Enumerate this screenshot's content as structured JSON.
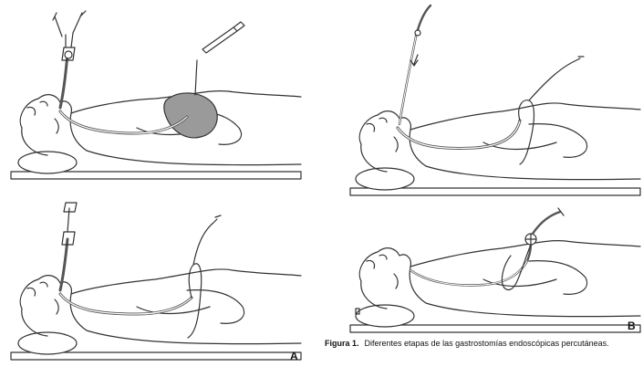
{
  "panels": [
    {
      "id": "top-left",
      "label": ""
    },
    {
      "id": "bottom-left",
      "label": "A"
    },
    {
      "id": "top-right",
      "label": ""
    },
    {
      "id": "bottom-right",
      "label": "B"
    }
  ],
  "caption": {
    "prefix": "Figura 1.",
    "text": "Diferentes etapas de las gastrostomías endoscópicas percutáneas."
  },
  "colors": {
    "line": "#333333",
    "stomach_fill": "#9a9a9a",
    "tube_fill": "#cfcfcf",
    "background": "#ffffff"
  }
}
